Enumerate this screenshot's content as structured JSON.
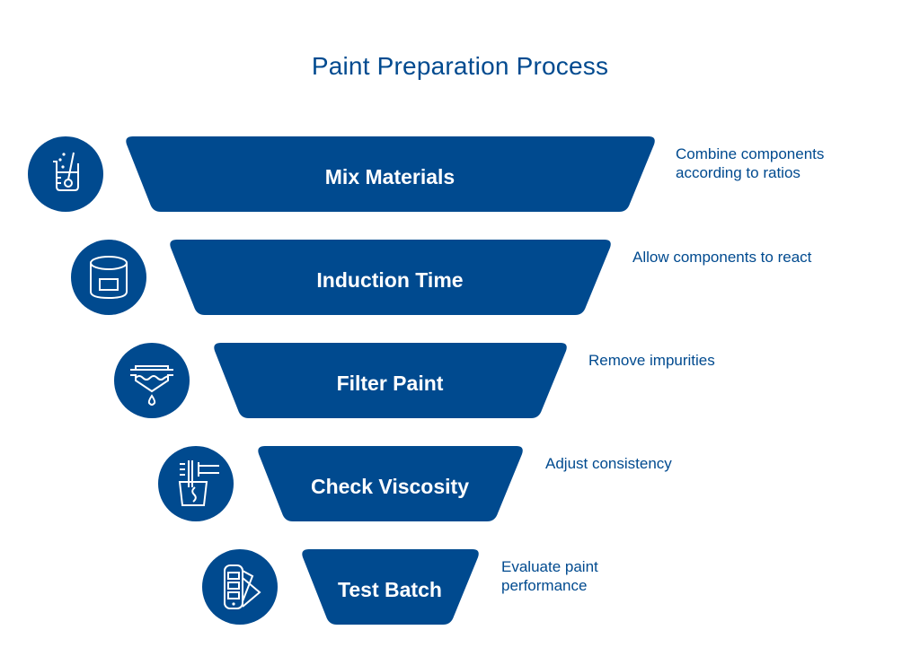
{
  "title": "Paint Preparation Process",
  "colors": {
    "primary": "#004a8f",
    "text_on_primary": "#ffffff",
    "background": "#ffffff"
  },
  "steps": [
    {
      "label": "Mix Materials",
      "description": "Combine components according to ratios",
      "icon": "beaker-stir-icon"
    },
    {
      "label": "Induction Time",
      "description": "Allow components to react",
      "icon": "paint-can-icon"
    },
    {
      "label": "Filter Paint",
      "description": "Remove impurities",
      "icon": "strainer-drip-icon"
    },
    {
      "label": "Check Viscosity",
      "description": "Adjust consistency",
      "icon": "viscosity-cup-icon"
    },
    {
      "label": "Test Batch",
      "description": "Evaluate paint performance",
      "icon": "color-swatch-icon"
    }
  ]
}
